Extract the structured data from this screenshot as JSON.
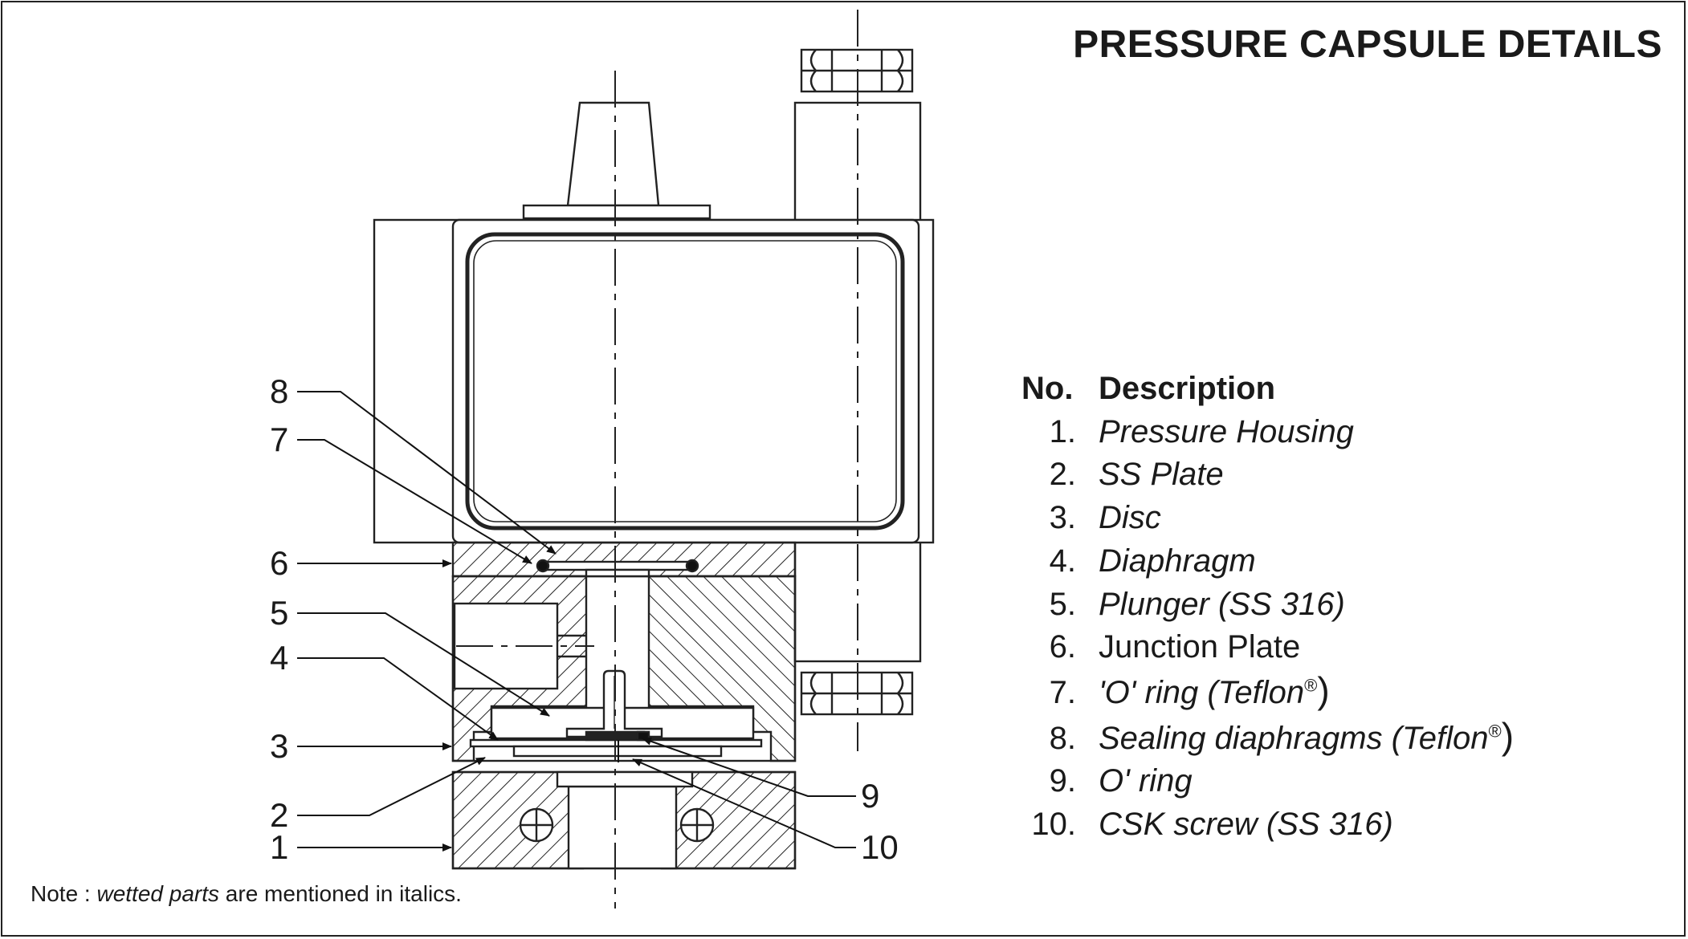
{
  "title": "PRESSURE CAPSULE DETAILS",
  "legend": {
    "header_no": "No.",
    "header_desc": "Description",
    "items": [
      {
        "no": "1.",
        "text": "Pressure Housing",
        "italic": true
      },
      {
        "no": "2.",
        "text": "SS Plate",
        "italic": true
      },
      {
        "no": "3.",
        "text": "Disc",
        "italic": true
      },
      {
        "no": "4.",
        "text": "Diaphragm",
        "italic": true
      },
      {
        "no": "5.",
        "text": "Plunger (SS 316)",
        "italic": true
      },
      {
        "no": "6.",
        "text": "Junction Plate",
        "italic": false
      },
      {
        "no": "7.",
        "text": "'O' ring (Teflon",
        "suffix_reg": "®",
        "suffix_paren": ")",
        "italic": true
      },
      {
        "no": "8.",
        "text": "Sealing diaphragms (Teflon",
        "suffix_reg": "®",
        "suffix_paren": ")",
        "italic": true
      },
      {
        "no": "9.",
        "text": "O' ring",
        "italic": true
      },
      {
        "no": "10.",
        "text": "CSK screw (SS 316)",
        "italic": true
      }
    ]
  },
  "callouts": [
    "8",
    "7",
    "6",
    "5",
    "4",
    "3",
    "2",
    "1",
    "9",
    "10"
  ],
  "note": {
    "prefix": "Note : ",
    "italic": "wetted parts",
    "suffix": " are mentioned in italics."
  }
}
